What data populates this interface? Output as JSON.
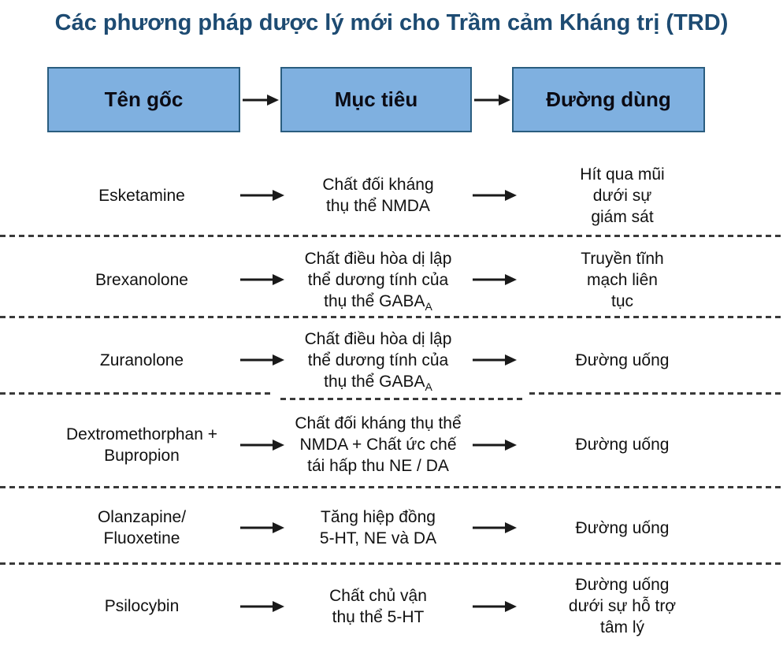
{
  "title": "Các phương pháp dược lý mới cho Trầm cảm Kháng trị (TRD)",
  "header": {
    "col1": "Tên gốc",
    "col2": "Mục tiêu",
    "col3": "Đường dùng"
  },
  "rows": [
    {
      "name": "Esketamine",
      "target": "Chất đối kháng\nthụ thể NMDA",
      "route": "Hít qua mũi\ndưới sự\ngiám sát"
    },
    {
      "name": "Brexanolone",
      "target": "Chất điều hòa dị lập\nthể dương tính của\nthụ thể GABA_{A}",
      "route": "Truyền tĩnh\nmạch liên\ntục"
    },
    {
      "name": "Zuranolone",
      "target": "Chất điều hòa dị lập\nthể dương tính của\nthụ thể GABA_{A}",
      "route": "Đường uống"
    },
    {
      "name": "Dextromethorphan +\nBupropion",
      "target": "Chất đối kháng thụ thể\nNMDA + Chất ức chế\ntái hấp thu NE / DA",
      "route": "Đường uống"
    },
    {
      "name": "Olanzapine/\nFluoxetine",
      "target": "Tăng hiệp đồng\n5-HT, NE và DA",
      "route": "Đường uống"
    },
    {
      "name": "Psilocybin",
      "target": "Chất chủ vận\nthụ thể 5-HT",
      "route": "Đường uống\ndưới sự hỗ trợ\ntâm lý"
    }
  ],
  "colors": {
    "title_text": "#1d4b72",
    "header_box_fill": "#7fb0e0",
    "header_box_border": "#2a5d7f",
    "arrow": "#1a1a1a",
    "dashed_line": "#3a3a3a"
  },
  "icons": {
    "arrow": "right-arrow"
  }
}
